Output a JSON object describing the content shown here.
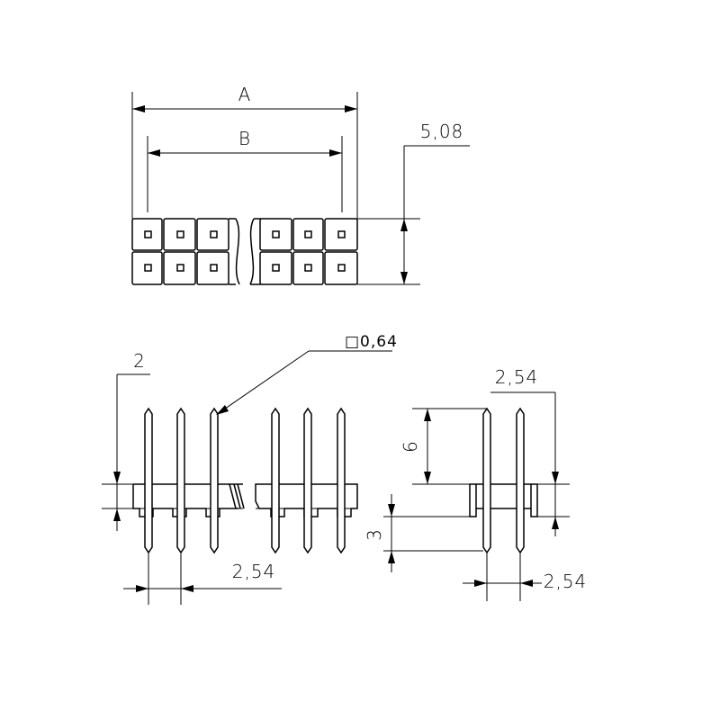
{
  "top_view": {
    "dim_a": "A",
    "dim_b": "B",
    "dim_height": "5,08"
  },
  "front_view": {
    "dim_pin_square": "□0,64",
    "dim_2": "2",
    "dim_pitch": "2,54"
  },
  "side_view": {
    "dim_pitch_top": "2,54",
    "dim_6": "6",
    "dim_3": "3",
    "dim_pitch_bottom": "2,54"
  }
}
